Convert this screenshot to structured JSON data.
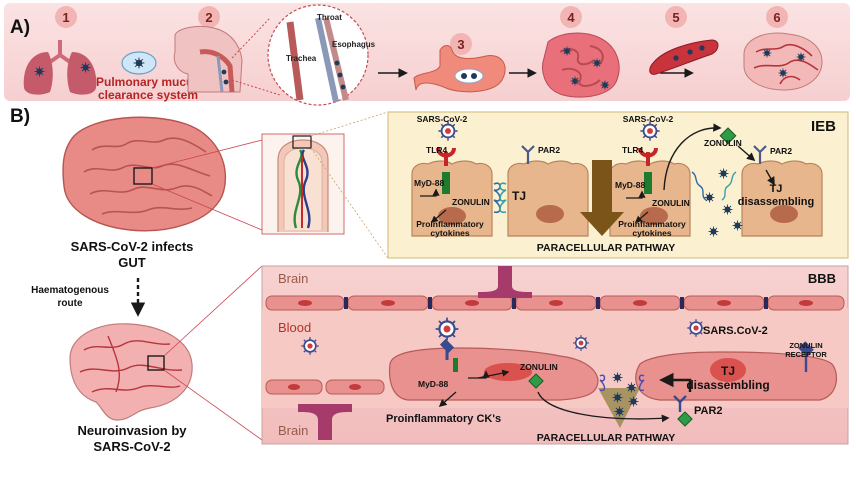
{
  "panel_a": {
    "label": "A)",
    "steps": [
      "1",
      "2",
      "3",
      "4",
      "5",
      "6"
    ],
    "mucus_line1": "Pulmonary mucus",
    "mucus_line2": "clearance system",
    "throat": "Throat",
    "esophagus": "Esophagus",
    "trachea": "Trachea"
  },
  "panel_b": {
    "label": "B)",
    "gut_caption_line1": "SARS-CoV-2 infects",
    "gut_caption_line2": "GUT",
    "route_line1": "Haematogenous",
    "route_line2": "route",
    "neuro_line1": "Neuroinvasion by",
    "neuro_line2": "SARS-CoV-2"
  },
  "ieb": {
    "title": "IEB",
    "sars_left": "SARS-CoV-2",
    "sars_right": "SARS-CoV-2",
    "tlr4_left": "TLR4",
    "tlr4_right": "TLR4",
    "par2_left": "PAR2",
    "par2_right": "PAR2",
    "myd88_left": "MyD-88",
    "myd88_right": "MyD-88",
    "zonulin_left": "ZONULIN",
    "zonulin_right": "ZONULIN",
    "zonulin_top": "ZONULIN",
    "tj": "TJ",
    "tj_dis_line1": "TJ",
    "tj_dis_line2": "disassembling",
    "cyt_left_line1": "Proinflammatory",
    "cyt_left_line2": "cytokines",
    "cyt_right_line1": "Proinflammatory",
    "cyt_right_line2": "cytokines",
    "pathway": "PARACELLULAR PATHWAY"
  },
  "bbb": {
    "title": "BBB",
    "brain_top": "Brain",
    "blood": "Blood",
    "brain_bottom": "Brain",
    "sars": "SARS.CoV-2",
    "myd88": "MyD-88",
    "zonulin": "ZONULIN",
    "tj": "TJ",
    "disassembling": "disassembling",
    "zonulin_receptor_line1": "ZONULIN",
    "zonulin_receptor_line2": "RECEPTOR",
    "par2": "PAR2",
    "pro_ck": "Proinflammatory CK's",
    "pathway": "PARACELLULAR PATHWAY"
  }
}
